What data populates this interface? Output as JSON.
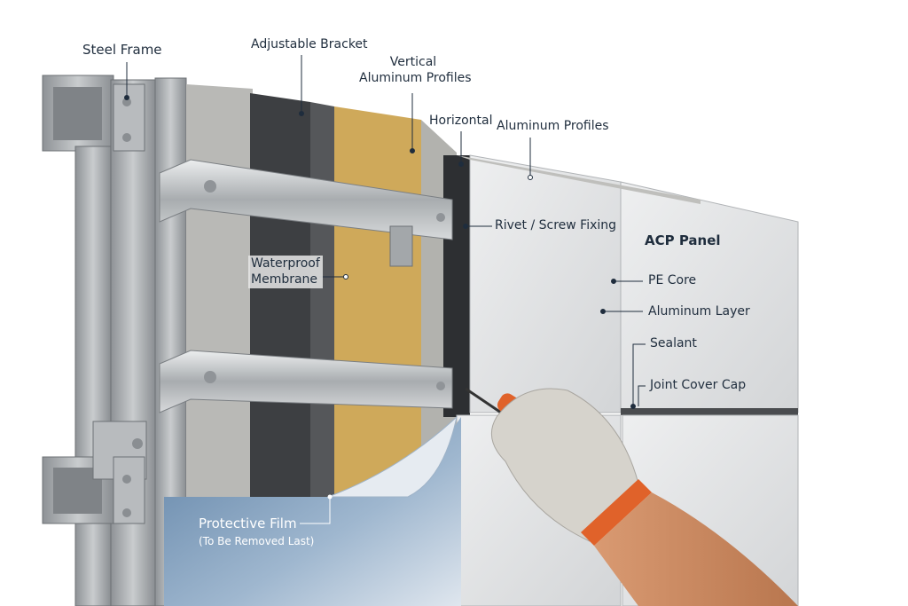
{
  "labels": {
    "steel_frame": "Steel Frame",
    "adjustable_bracket": "Adjustable Bracket",
    "vertical_profiles_1": "Vertical",
    "vertical_profiles_2": "Aluminum Profiles",
    "horizontal_1": "Horizontal",
    "horizontal_2": "Aluminum Profiles",
    "rivet_fixing": "Rivet / Screw Fixing",
    "acp_panel": "ACP Panel",
    "pe_core": "PE Core",
    "aluminum_layer": "Aluminum Layer",
    "sealant": "Sealant",
    "joint_cover_cap": "Joint Cover Cap",
    "waterproof_1": "Waterproof",
    "waterproof_2": "Membrane",
    "protective_film": "Protective Film",
    "protective_film_note": "(To Be Removed Last)"
  },
  "colors": {
    "label_text": "#1f2d3d",
    "steel": "#a9adb0",
    "concrete": "#b9b9b6",
    "membrane": "#3d3f42",
    "insulation": "#cfa95a",
    "panel": "#e4e5e6",
    "film": "#7e9fc0",
    "glove": "#d6d3cc",
    "cuff": "#e0622a"
  }
}
